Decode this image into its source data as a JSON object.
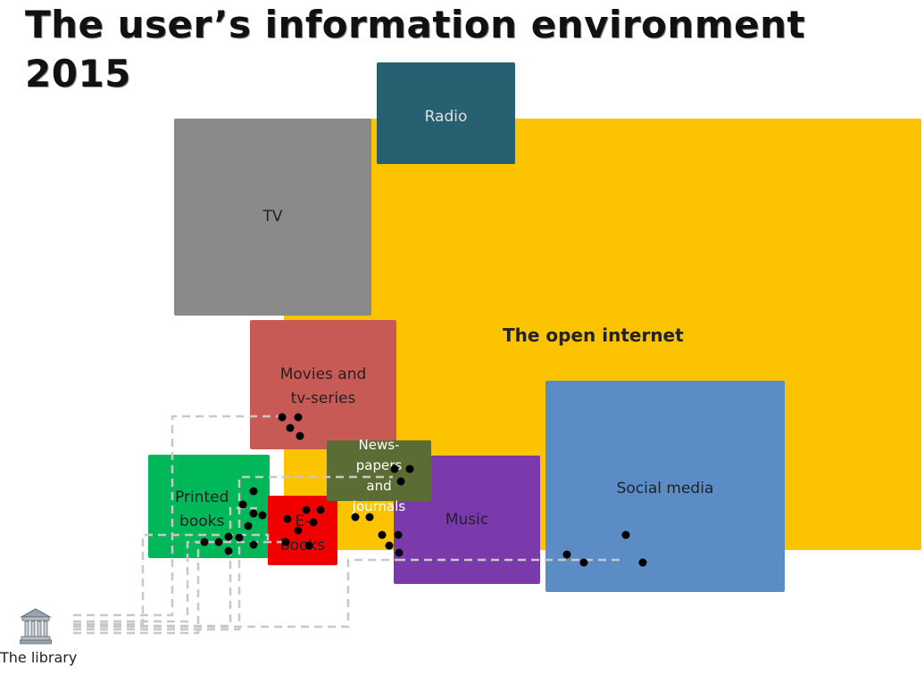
{
  "title": {
    "line1": "The user’s information environment",
    "line2": "2015"
  },
  "regions": {
    "internet": {
      "label": "The open internet",
      "color": "#fcc300"
    },
    "radio": {
      "label": "Radio",
      "color": "#276070"
    },
    "tv": {
      "label": "TV",
      "color": "#8a8a8a"
    },
    "movies": {
      "label": "Movies and\ntv-series",
      "color": "#c85a56"
    },
    "social": {
      "label": "Social media",
      "color": "#5b8cc6"
    },
    "music": {
      "label": "Music",
      "color": "#7b3aab"
    },
    "printed": {
      "label": "Printed\nbooks",
      "color": "#00b759"
    },
    "ebooks": {
      "label": "E-\nbooks",
      "color": "#f00000"
    },
    "news": {
      "label": "News-\npapers\nand\njournals",
      "color": "#5b6d34"
    }
  },
  "library": {
    "label": "The library",
    "icon": "library-building-icon"
  },
  "connector_color": "#c8c8c8",
  "dot_color": "#000000"
}
